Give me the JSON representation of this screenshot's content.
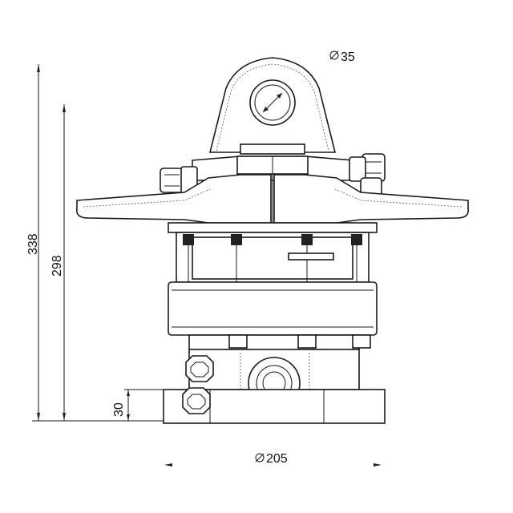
{
  "dimensions": {
    "pin_diameter": "35",
    "overall_height": "338",
    "body_height": "298",
    "base_height": "30",
    "base_diameter": "205"
  },
  "symbols": {
    "diameter": "⌀"
  }
}
